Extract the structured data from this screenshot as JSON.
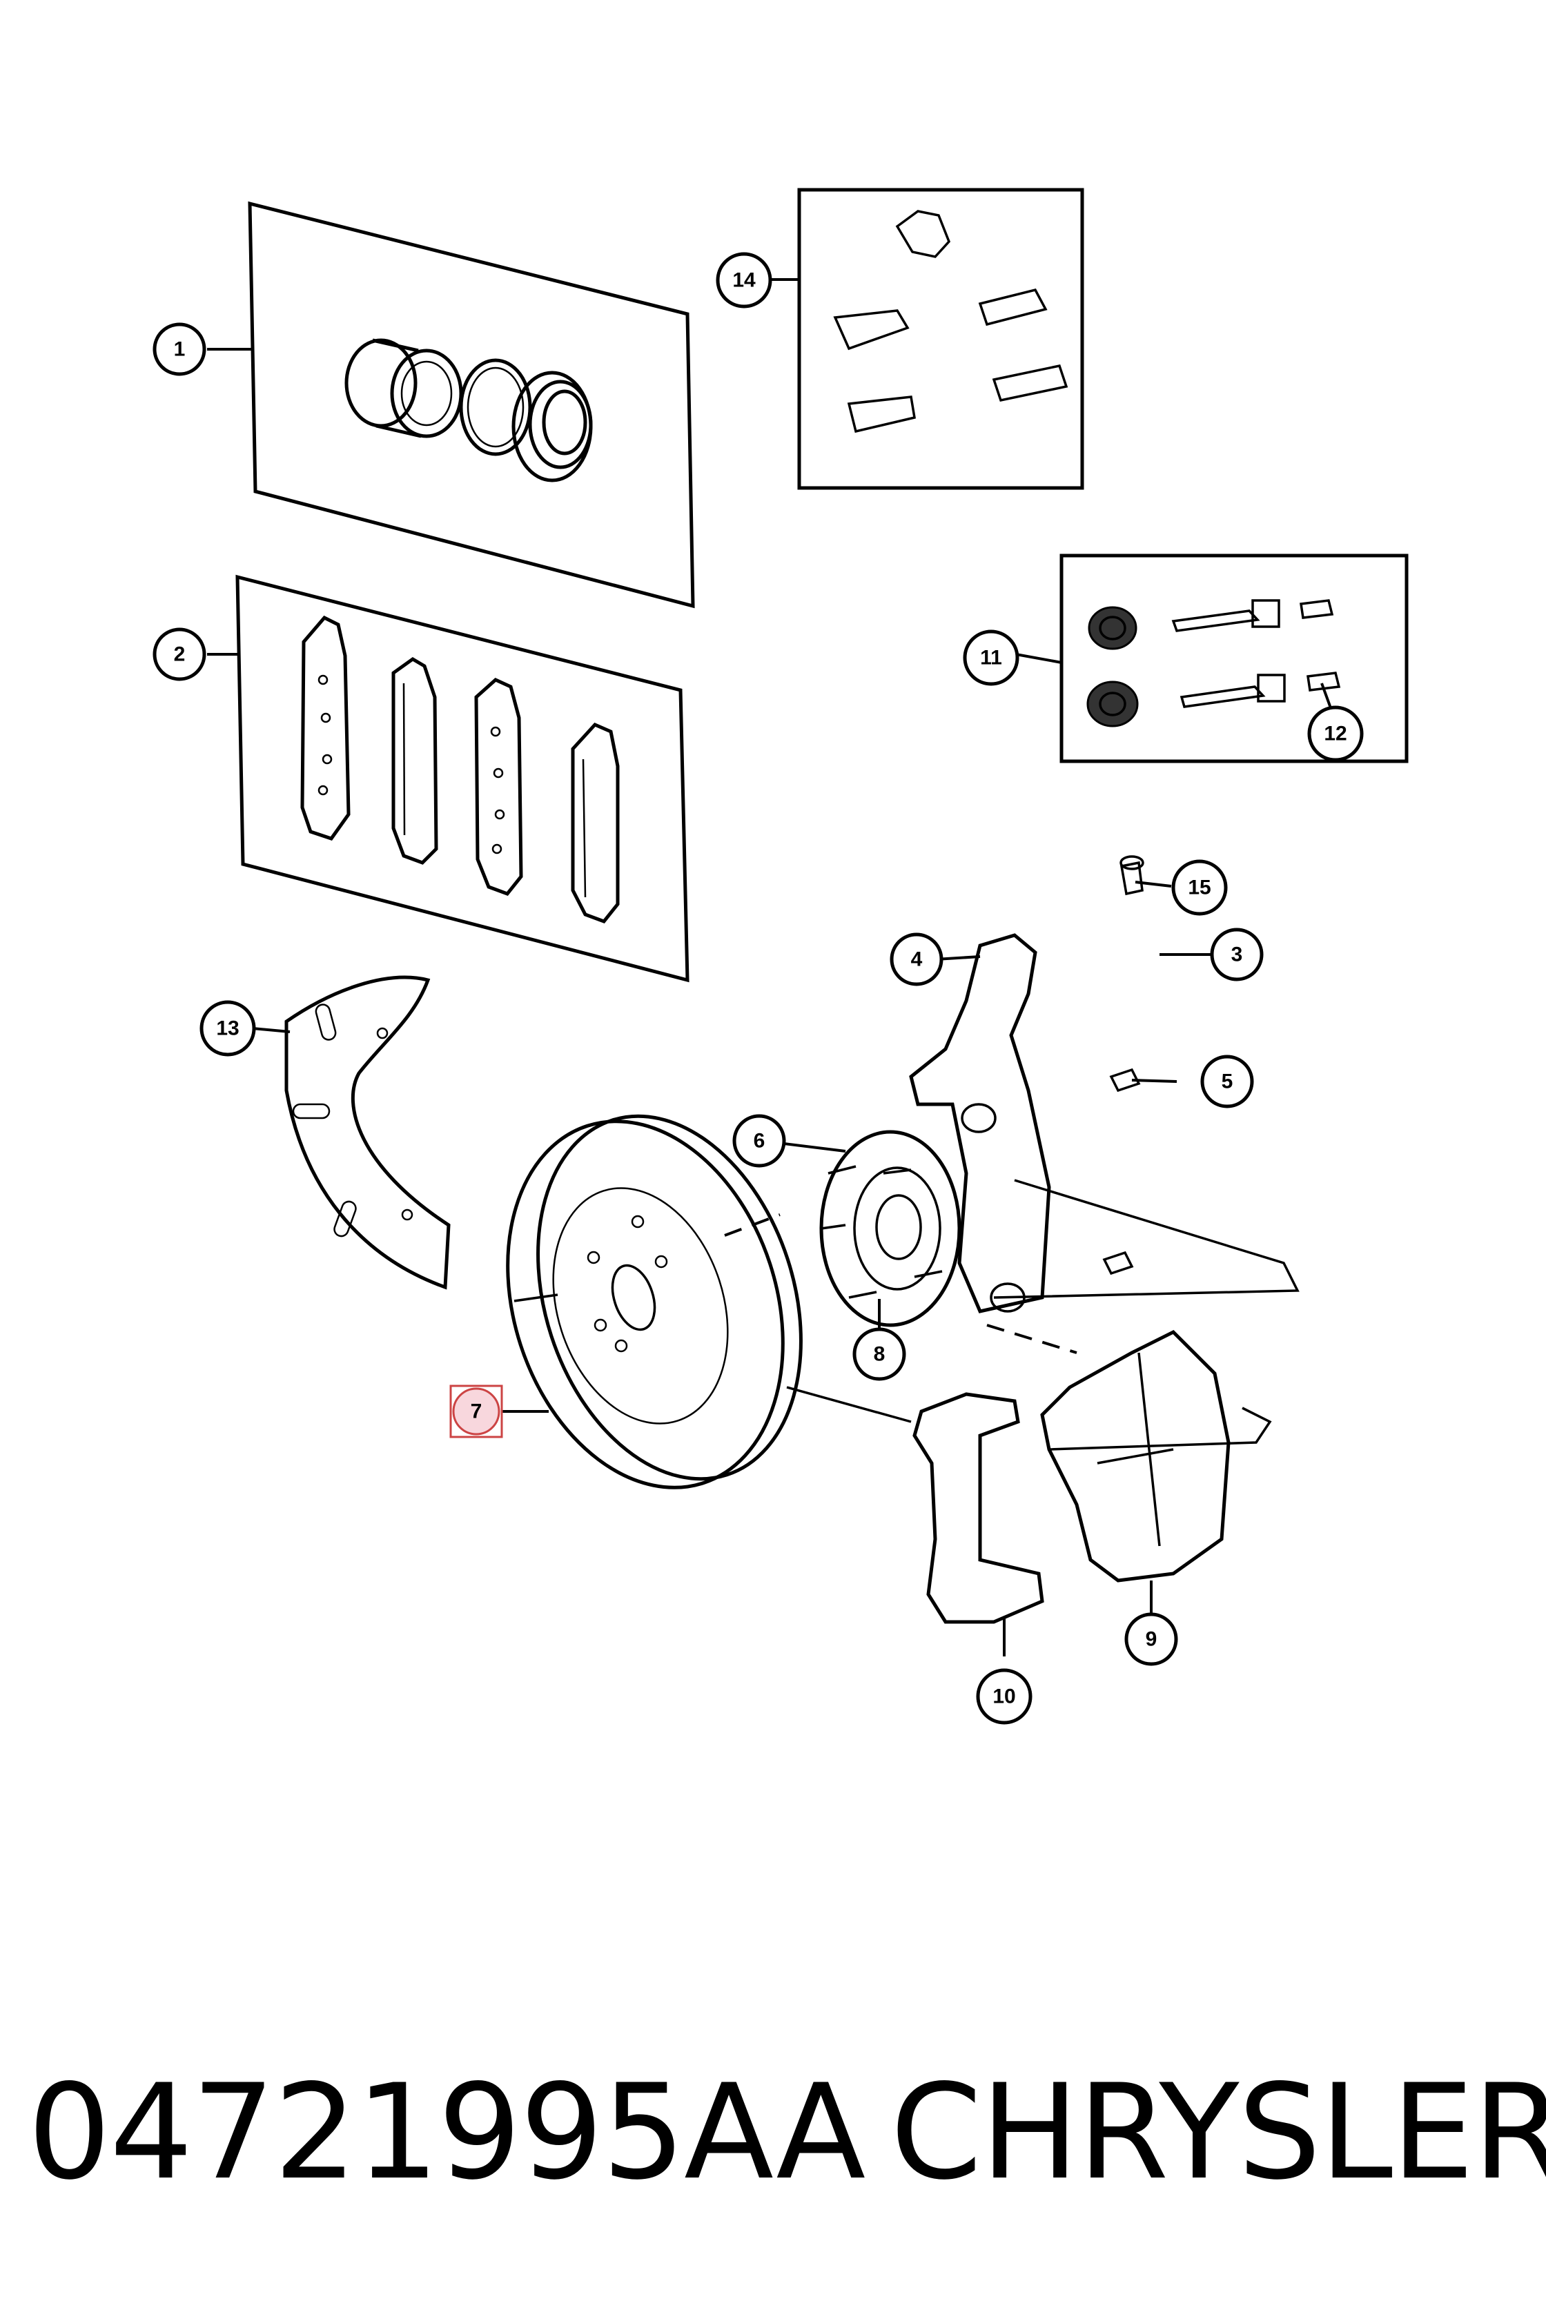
{
  "diagram": {
    "callouts": [
      {
        "id": "1",
        "label": "1"
      },
      {
        "id": "2",
        "label": "2"
      },
      {
        "id": "3",
        "label": "3"
      },
      {
        "id": "4",
        "label": "4"
      },
      {
        "id": "5",
        "label": "5"
      },
      {
        "id": "6",
        "label": "6"
      },
      {
        "id": "7",
        "label": "7",
        "selected": true
      },
      {
        "id": "8",
        "label": "8"
      },
      {
        "id": "9",
        "label": "9"
      },
      {
        "id": "10",
        "label": "10"
      },
      {
        "id": "11",
        "label": "11"
      },
      {
        "id": "12",
        "label": "12"
      },
      {
        "id": "13",
        "label": "13"
      },
      {
        "id": "14",
        "label": "14"
      },
      {
        "id": "15",
        "label": "15"
      }
    ],
    "highlight_color": "#f8d7dd"
  },
  "footer": {
    "part_number": "04721995AA",
    "brand": "CHRYSLER"
  }
}
